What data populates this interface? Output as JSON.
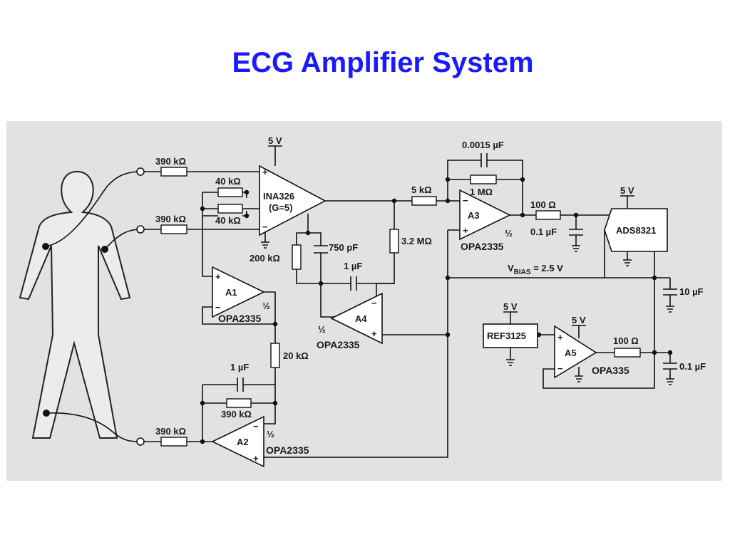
{
  "title": "ECG Amplifier System",
  "colors": {
    "title": "#1a1aff",
    "panel": "#e2e2e2",
    "wire": "#111111"
  },
  "components": {
    "ina": {
      "name": "INA326",
      "gain": "(G=5)"
    },
    "a1": {
      "name": "A1",
      "half": "½",
      "part": "OPA2335"
    },
    "a2": {
      "name": "A2",
      "half": "½",
      "part": "OPA2335"
    },
    "a3": {
      "name": "A3",
      "half": "½",
      "part": "OPA2335"
    },
    "a4": {
      "name": "A4",
      "half": "½",
      "part": "OPA2335"
    },
    "a5": {
      "name": "A5",
      "part": "OPA335"
    },
    "adc": {
      "name": "ADS8321"
    },
    "ref": {
      "name": "REF3125"
    }
  },
  "values": {
    "r_in1": "390 kΩ",
    "r_in2": "390 kΩ",
    "r_in3": "390 kΩ",
    "r_40a": "40 kΩ",
    "r_40b": "40 kΩ",
    "r_200k": "200 kΩ",
    "c_750p": "750 pF",
    "c_1u_a4": "1 µF",
    "r_3m2": "3.2 MΩ",
    "r_5k": "5 kΩ",
    "c_0015": "0.0015 µF",
    "r_1m": "1 MΩ",
    "r_100a": "100 Ω",
    "c_01a": "0.1 µF",
    "r_20k": "20 kΩ",
    "c_1u_a2": "1 µF",
    "r_390fb": "390 kΩ",
    "r_100b": "100 Ω",
    "c_10u": "10 µF",
    "c_01b": "0.1 µF",
    "v_ina": "5 V",
    "v_adc": "5 V",
    "v_ref": "5 V",
    "v_a5": "5 V",
    "vbias_v": "V",
    "vbias_sub": "BIAS",
    "vbias_val": " = 2.5 V"
  },
  "pins": {
    "plus": "+",
    "minus": "−"
  }
}
